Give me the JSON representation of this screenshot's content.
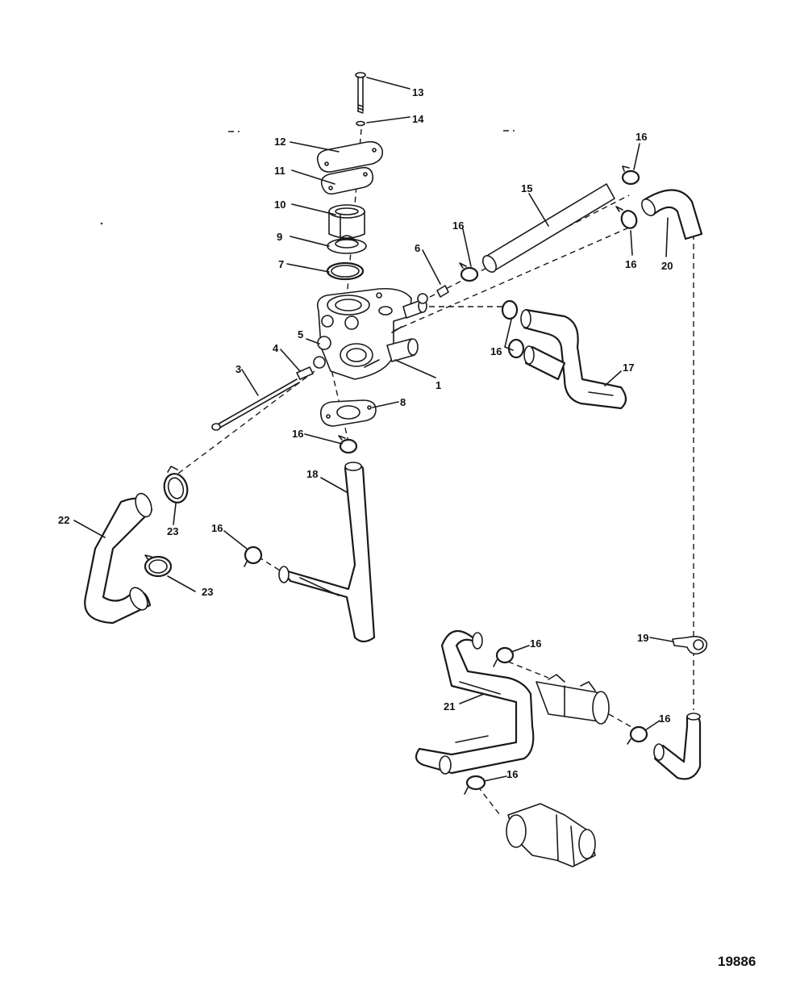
{
  "labels": {
    "l1": "1",
    "l3": "3",
    "l4": "4",
    "l5": "5",
    "l6": "6",
    "l7": "7",
    "l8": "8",
    "l9": "9",
    "l10": "10",
    "l11": "11",
    "l12": "12",
    "l13": "13",
    "l14": "14",
    "l15": "15",
    "l16a": "16",
    "l16b": "16",
    "l16c": "16",
    "l16d": "16",
    "l16e": "16",
    "l16f": "16",
    "l16g": "16",
    "l16h": "16",
    "l16i": "16",
    "l17": "17",
    "l18": "18",
    "l19": "19",
    "l20": "20",
    "l21": "21",
    "l22": "22",
    "l23a": "23",
    "l23b": "23"
  },
  "figure_number": "19886"
}
